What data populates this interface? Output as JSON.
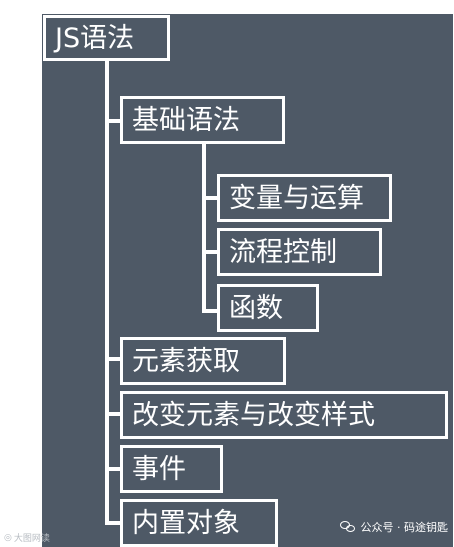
{
  "tree": {
    "root": "JS语法",
    "level1": [
      "基础语法",
      "元素获取",
      "改变元素与改变样式",
      "事件",
      "内置对象"
    ],
    "level2": [
      "变量与运算",
      "流程控制",
      "函数"
    ]
  },
  "watermark": {
    "icon": "wechat-icon",
    "text": "公众号 · 码途钥匙"
  },
  "corner_label": {
    "icon": "camera-icon",
    "text": "大图网读"
  },
  "colors": {
    "panel": "#4e5966",
    "lines": "#ffffff",
    "text": "#ffffff"
  }
}
